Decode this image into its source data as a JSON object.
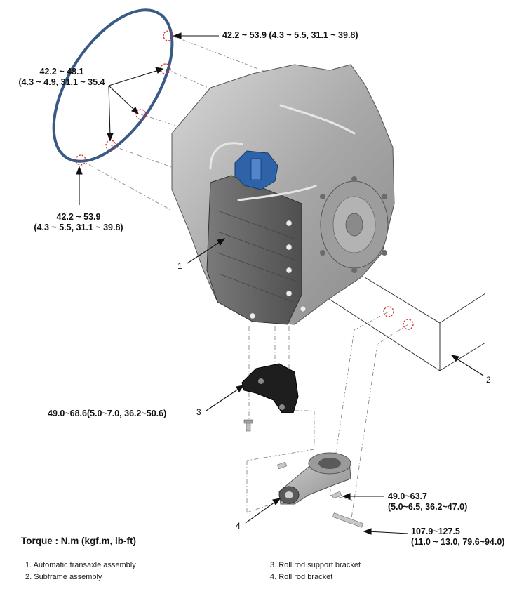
{
  "torque_labels": {
    "top": "42.2 ~ 53.9 (4.3 ~ 5.5, 31.1 ~ 39.8)",
    "left_line1": "42.2 ~ 48.1",
    "left_line2": "(4.3 ~ 4.9, 31.1 ~ 35.4",
    "lower_line1": "42.2 ~ 53.9",
    "lower_line2": "(4.3 ~ 5.5, 31.1 ~ 39.8)",
    "bracket": "49.0~68.6(5.0~7.0, 36.2~50.6)",
    "rod_line1": "49.0~63.7",
    "rod_line2": "(5.0~6.5, 36.2~47.0)",
    "bolt_line1": "107.9~127.5",
    "bolt_line2": "(11.0 ~ 13.0, 79.6~94.0)"
  },
  "callouts": {
    "c1": "1",
    "c2": "2",
    "c3": "3",
    "c4": "4"
  },
  "torque_unit": "Torque : N.m (kgf.m, lb-ft)",
  "legend": {
    "item1": "1. Automatic transaxle assembly",
    "item2": "2. Subframe assembly",
    "item3": "3. Roll rod support bracket",
    "item4": "4. Roll rod bracket"
  },
  "colors": {
    "seal_ring": "#3a5a86",
    "actuator": "#2f63a8",
    "bolt_marker": "#d92a2a",
    "casing": "#b9b9b9"
  }
}
